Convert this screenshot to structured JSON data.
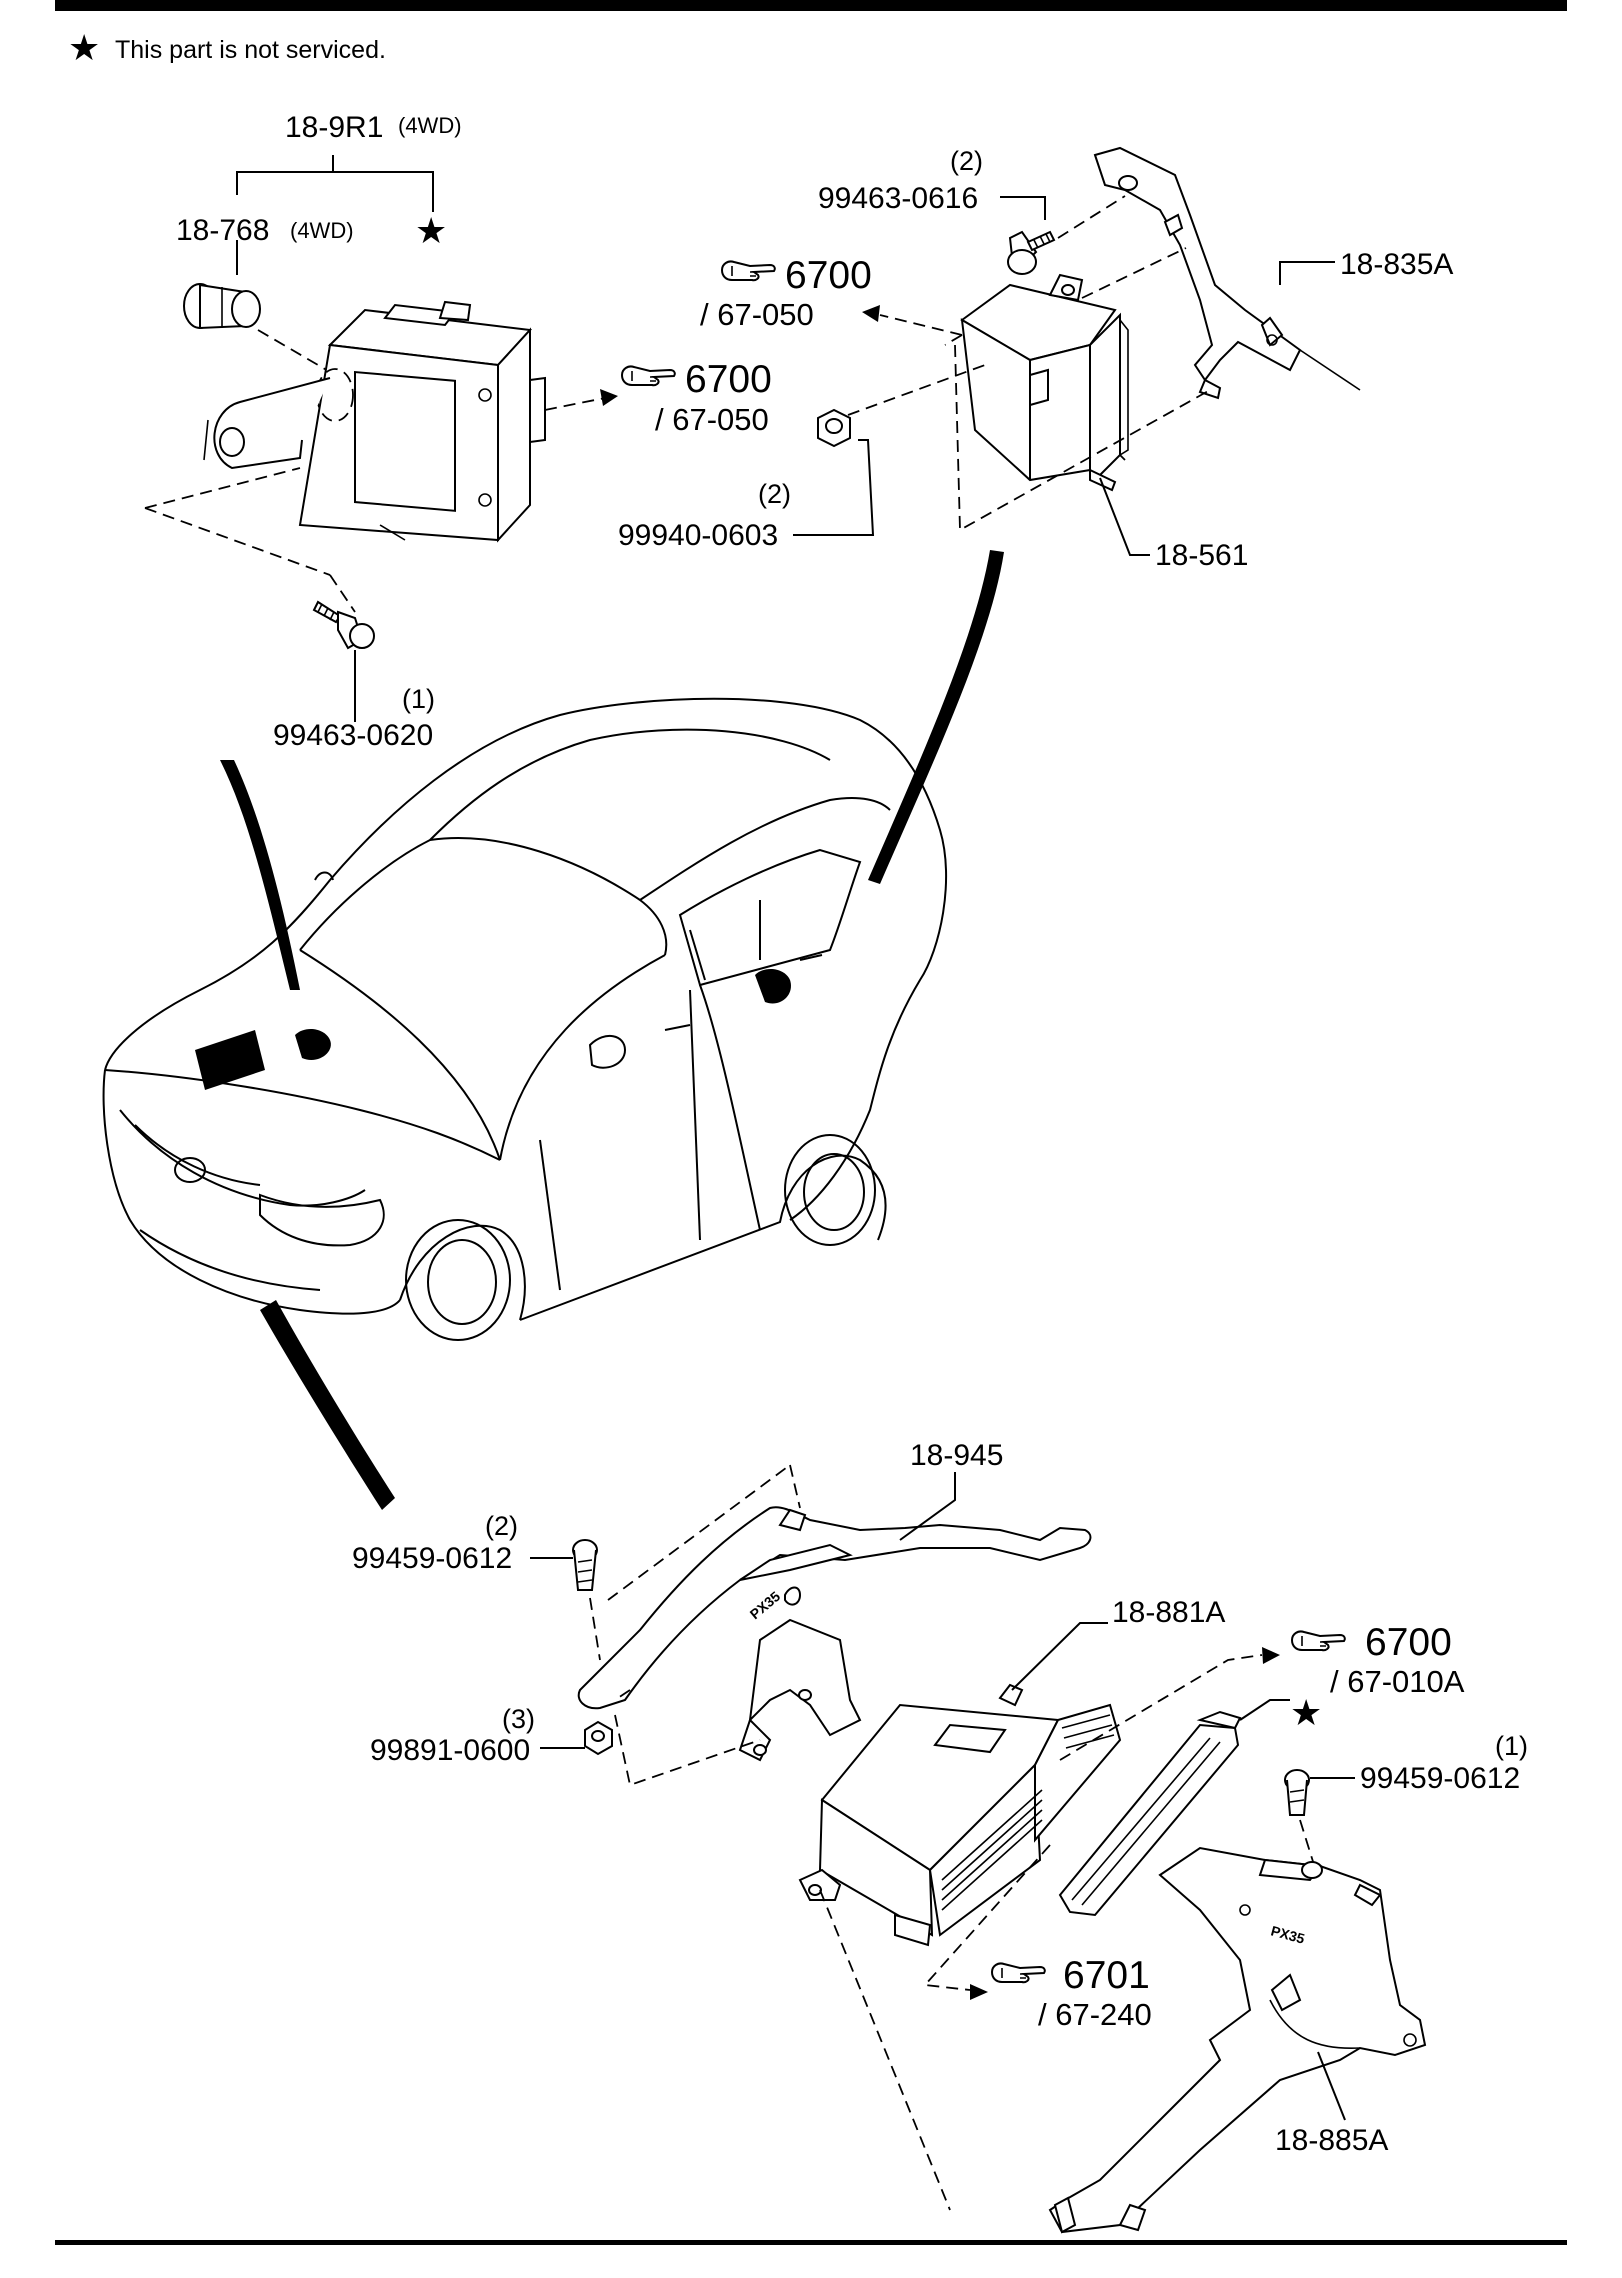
{
  "note": {
    "star": "★",
    "text": "This part is not serviced."
  },
  "labels": {
    "p_18_9R1": "18-9R1",
    "p_18_9R1_sup": "(4WD)",
    "p_18_768": "18-768",
    "p_18_768_sup": "(4WD)",
    "star_a": "★",
    "p_99463_0620": "99463-0620",
    "q_99463_0620": "(1)",
    "p_99463_0616": "99463-0616",
    "q_99463_0616": "(2)",
    "p_99940_0603": "99940-0603",
    "q_99940_0603": "(2)",
    "p_18_835A": "18-835A",
    "p_18_561": "18-561",
    "p_18_945": "18-945",
    "p_99459_0612_l": "99459-0612",
    "q_99459_0612_l": "(2)",
    "p_99891_0600": "99891-0600",
    "q_99891_0600": "(3)",
    "p_18_881A": "18-881A",
    "star_b": "★",
    "p_99459_0612_r": "99459-0612",
    "q_99459_0612_r": "(1)",
    "p_18_885A": "18-885A"
  },
  "refs": {
    "r1_num": "6700",
    "r1_sub": "/ 67-050",
    "r2_num": "6700",
    "r2_sub": "/ 67-050",
    "r3_num": "6700",
    "r3_sub": "/ 67-010A",
    "r4_num": "6701",
    "r4_sub": "/ 67-240"
  },
  "icons": [
    "star-icon",
    "hand-pointer-icon"
  ]
}
